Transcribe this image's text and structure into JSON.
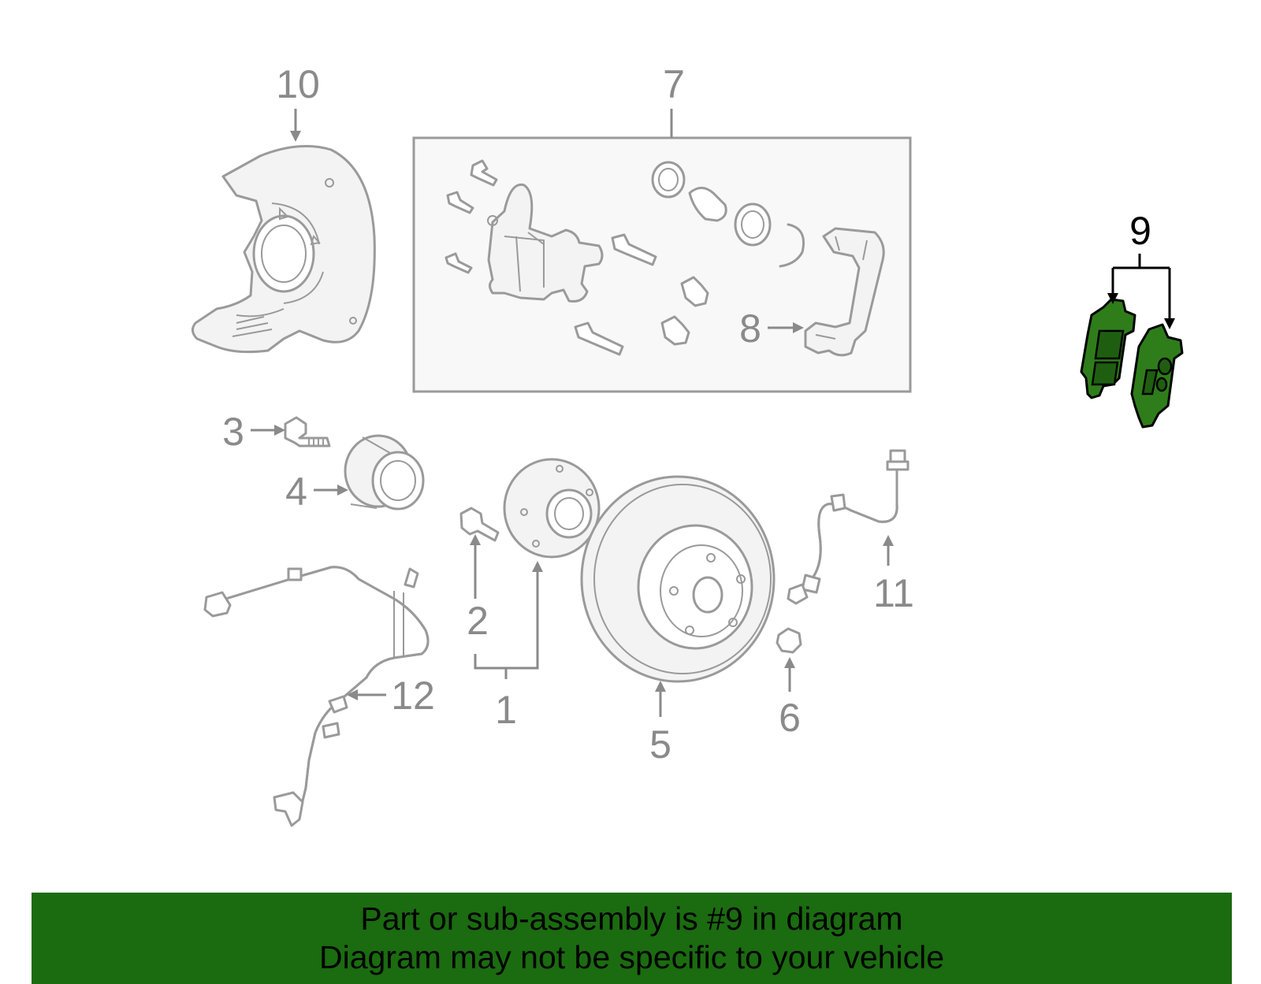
{
  "callouts": [
    {
      "id": "1",
      "text": "1"
    },
    {
      "id": "2",
      "text": "2"
    },
    {
      "id": "3",
      "text": "3"
    },
    {
      "id": "4",
      "text": "4"
    },
    {
      "id": "5",
      "text": "5"
    },
    {
      "id": "6",
      "text": "6"
    },
    {
      "id": "7",
      "text": "7"
    },
    {
      "id": "8",
      "text": "8"
    },
    {
      "id": "9",
      "text": "9"
    },
    {
      "id": "10",
      "text": "10"
    },
    {
      "id": "11",
      "text": "11"
    },
    {
      "id": "12",
      "text": "12"
    }
  ],
  "highlighted_part": "9",
  "colors": {
    "highlight": "#2e7d1a",
    "footer_bg": "#1b6b10",
    "line_gray": "#9a9a9a"
  },
  "footer": {
    "line1": "Part or sub-assembly is #9 in diagram",
    "line2": "Diagram may not be specific to your vehicle"
  }
}
